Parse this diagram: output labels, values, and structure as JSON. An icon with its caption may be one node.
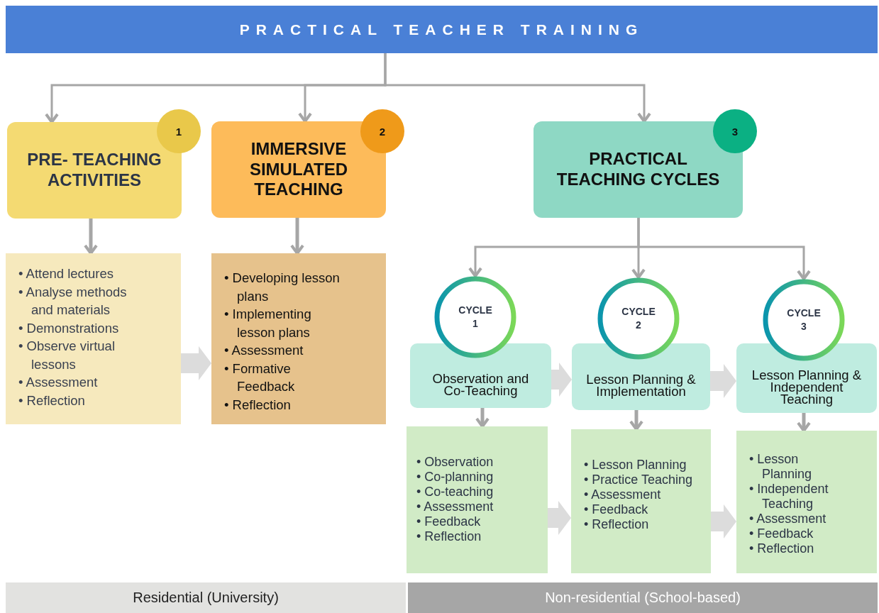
{
  "diagram": {
    "nodes": [
      {
        "text": [
          "PRACTICAL TEACHER TRAINING"
        ]
      },
      {
        "text": [
          "PRE- TEACHING ACTIVITIES"
        ]
      },
      {
        "text": [
          "1"
        ]
      },
      {
        "text": [
          "IMMERSIVE SIMULATED TEACHING"
        ]
      },
      {
        "text": [
          "2"
        ]
      },
      {
        "text": [
          "PRACTICAL TEACHING CYCLES"
        ]
      },
      {
        "text": [
          "3"
        ]
      },
      {
        "text": [
          "• Attend lectures",
          "• Analyse methods and materials",
          "• Demonstrations",
          "• Observe virtual lessons",
          "• Assessment",
          "• Reflection"
        ]
      },
      {
        "text": [
          "• Developing lesson plans",
          "• Implementing lesson plans",
          "• Assessment",
          "• Formative Feedback",
          "• Reflection"
        ]
      },
      {
        "text": [
          "CYCLE 1"
        ]
      },
      {
        "text": [
          "Observation and Co-Teaching"
        ]
      },
      {
        "text": [
          "CYCLE 2"
        ]
      },
      {
        "text": [
          "Lesson Planning & Implementation"
        ]
      },
      {
        "text": [
          "CYCLE 3"
        ]
      },
      {
        "text": [
          "Lesson Planning & Independent Teaching"
        ]
      },
      {
        "text": [
          "• Observation",
          "• Co-planning",
          "• Co-teaching",
          "• Assessment",
          "• Feedback",
          "• Reflection"
        ]
      },
      {
        "text": [
          "• Lesson Planning",
          "• Practice Teaching",
          "• Assessment",
          "• Feedback",
          "• Reflection"
        ]
      },
      {
        "text": [
          "• Lesson Planning",
          "• Independent Teaching",
          "• Assessment",
          "• Feedback",
          "• Reflection"
        ]
      },
      {
        "text": [
          "Residential (University)"
        ]
      },
      {
        "text": [
          "Non-residential (School-based)"
        ]
      }
    ],
    "edges": [
      {
        "from": 0,
        "to": 1,
        "arrow": "to"
      },
      {
        "from": 0,
        "to": 3,
        "arrow": "to"
      },
      {
        "from": 0,
        "to": 5,
        "arrow": "to"
      },
      {
        "from": 1,
        "to": 7,
        "arrow": "to"
      },
      {
        "from": 3,
        "to": 8,
        "arrow": "to"
      },
      {
        "from": 7,
        "to": 8,
        "arrow": "to",
        "style": "thick",
        "color": "#dcdcdc"
      },
      {
        "from": 5,
        "to": 9,
        "arrow": "to"
      },
      {
        "from": 5,
        "to": 11,
        "arrow": "to"
      },
      {
        "from": 5,
        "to": 13,
        "arrow": "to"
      },
      {
        "from": 10,
        "to": 12,
        "arrow": "to",
        "style": "thick",
        "color": "#dcdcdc"
      },
      {
        "from": 12,
        "to": 14,
        "arrow": "to",
        "style": "thick",
        "color": "#dcdcdc"
      },
      {
        "from": 10,
        "to": 15,
        "arrow": "to"
      },
      {
        "from": 12,
        "to": 16,
        "arrow": "to"
      },
      {
        "from": 14,
        "to": 17,
        "arrow": "to"
      },
      {
        "from": 15,
        "to": 16,
        "arrow": "to",
        "style": "thick",
        "color": "#dcdcdc"
      },
      {
        "from": 16,
        "to": 17,
        "arrow": "to",
        "style": "thick",
        "color": "#dcdcdc"
      }
    ]
  }
}
